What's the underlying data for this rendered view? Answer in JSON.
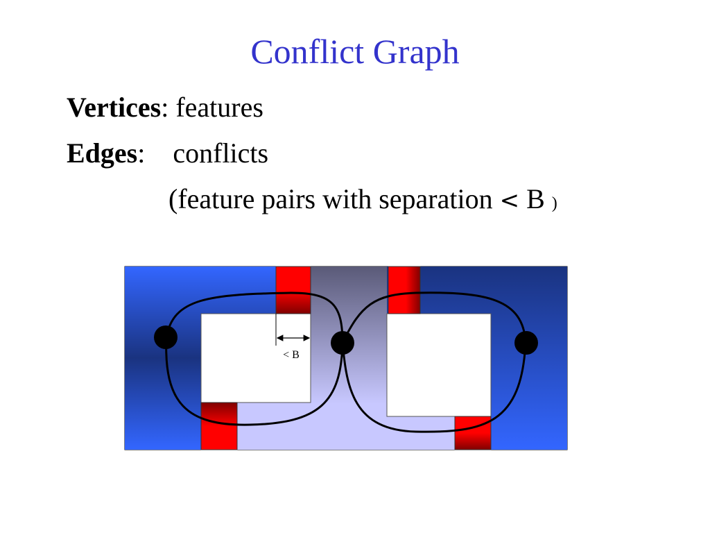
{
  "slide": {
    "title": "Conflict Graph",
    "vertices_label": "Vertices",
    "vertices_text": ": features",
    "edges_label": "Edges",
    "edges_text": ":    conflicts",
    "definition_text": "(feature pairs with separation ",
    "definition_symbol": "<",
    "definition_var": " B ",
    "definition_close": ")"
  },
  "diagram": {
    "spacing_label": "< B",
    "colors": {
      "feature_blue_light": "#3366ff",
      "feature_blue_dark": "#1a3380",
      "conflict_red": "#ff0000",
      "conflict_dark_red": "#800000",
      "gap_gray_top": "#5a5a78",
      "gap_lavender": "#c8c8ff",
      "edge_stroke": "#000000",
      "vertex_fill": "#000000"
    }
  }
}
